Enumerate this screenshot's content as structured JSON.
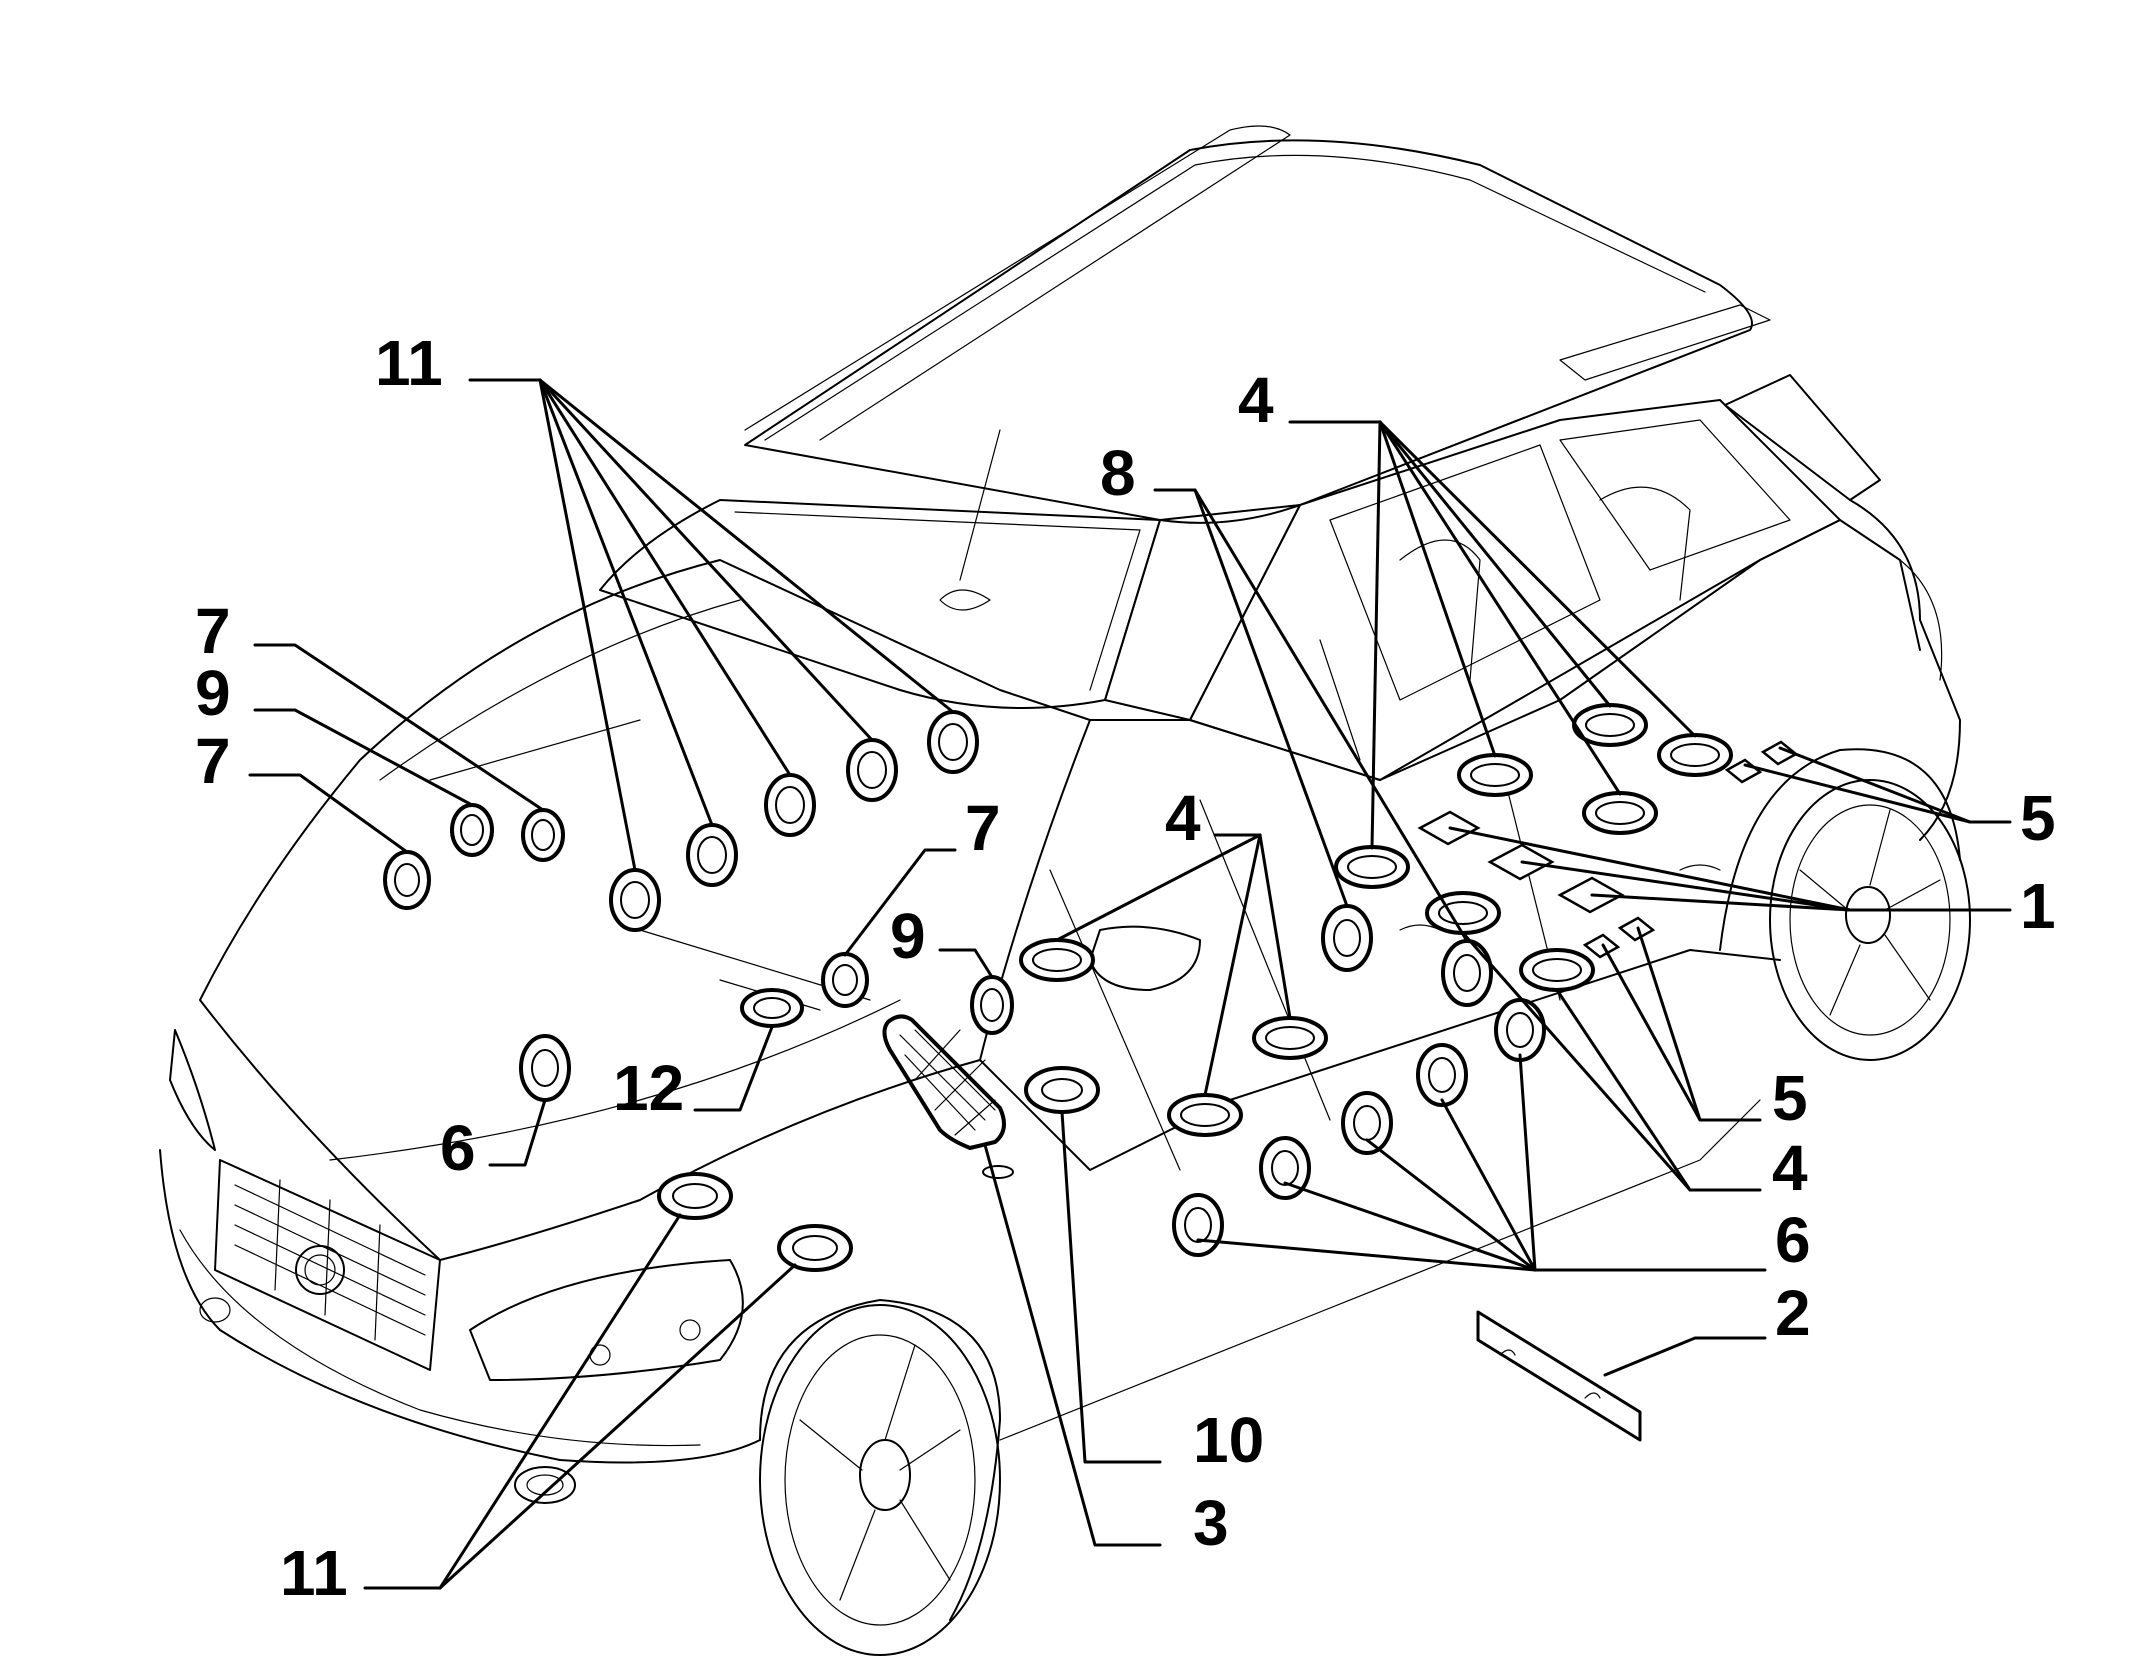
{
  "diagram": {
    "callouts": [
      {
        "id": "c11-top",
        "label": "11"
      },
      {
        "id": "c4-top",
        "label": "4"
      },
      {
        "id": "c8",
        "label": "8"
      },
      {
        "id": "c7-a",
        "label": "7"
      },
      {
        "id": "c9-a",
        "label": "9"
      },
      {
        "id": "c7-b",
        "label": "7"
      },
      {
        "id": "c7-c",
        "label": "7"
      },
      {
        "id": "c4-mid",
        "label": "4"
      },
      {
        "id": "c9-b",
        "label": "9"
      },
      {
        "id": "c5-top",
        "label": "5"
      },
      {
        "id": "c1",
        "label": "1"
      },
      {
        "id": "c12",
        "label": "12"
      },
      {
        "id": "c6-left",
        "label": "6"
      },
      {
        "id": "c5-bot",
        "label": "5"
      },
      {
        "id": "c4-right",
        "label": "4"
      },
      {
        "id": "c6-right",
        "label": "6"
      },
      {
        "id": "c2",
        "label": "2"
      },
      {
        "id": "c10",
        "label": "10"
      },
      {
        "id": "c3",
        "label": "3"
      },
      {
        "id": "c11-bot",
        "label": "11"
      }
    ]
  }
}
